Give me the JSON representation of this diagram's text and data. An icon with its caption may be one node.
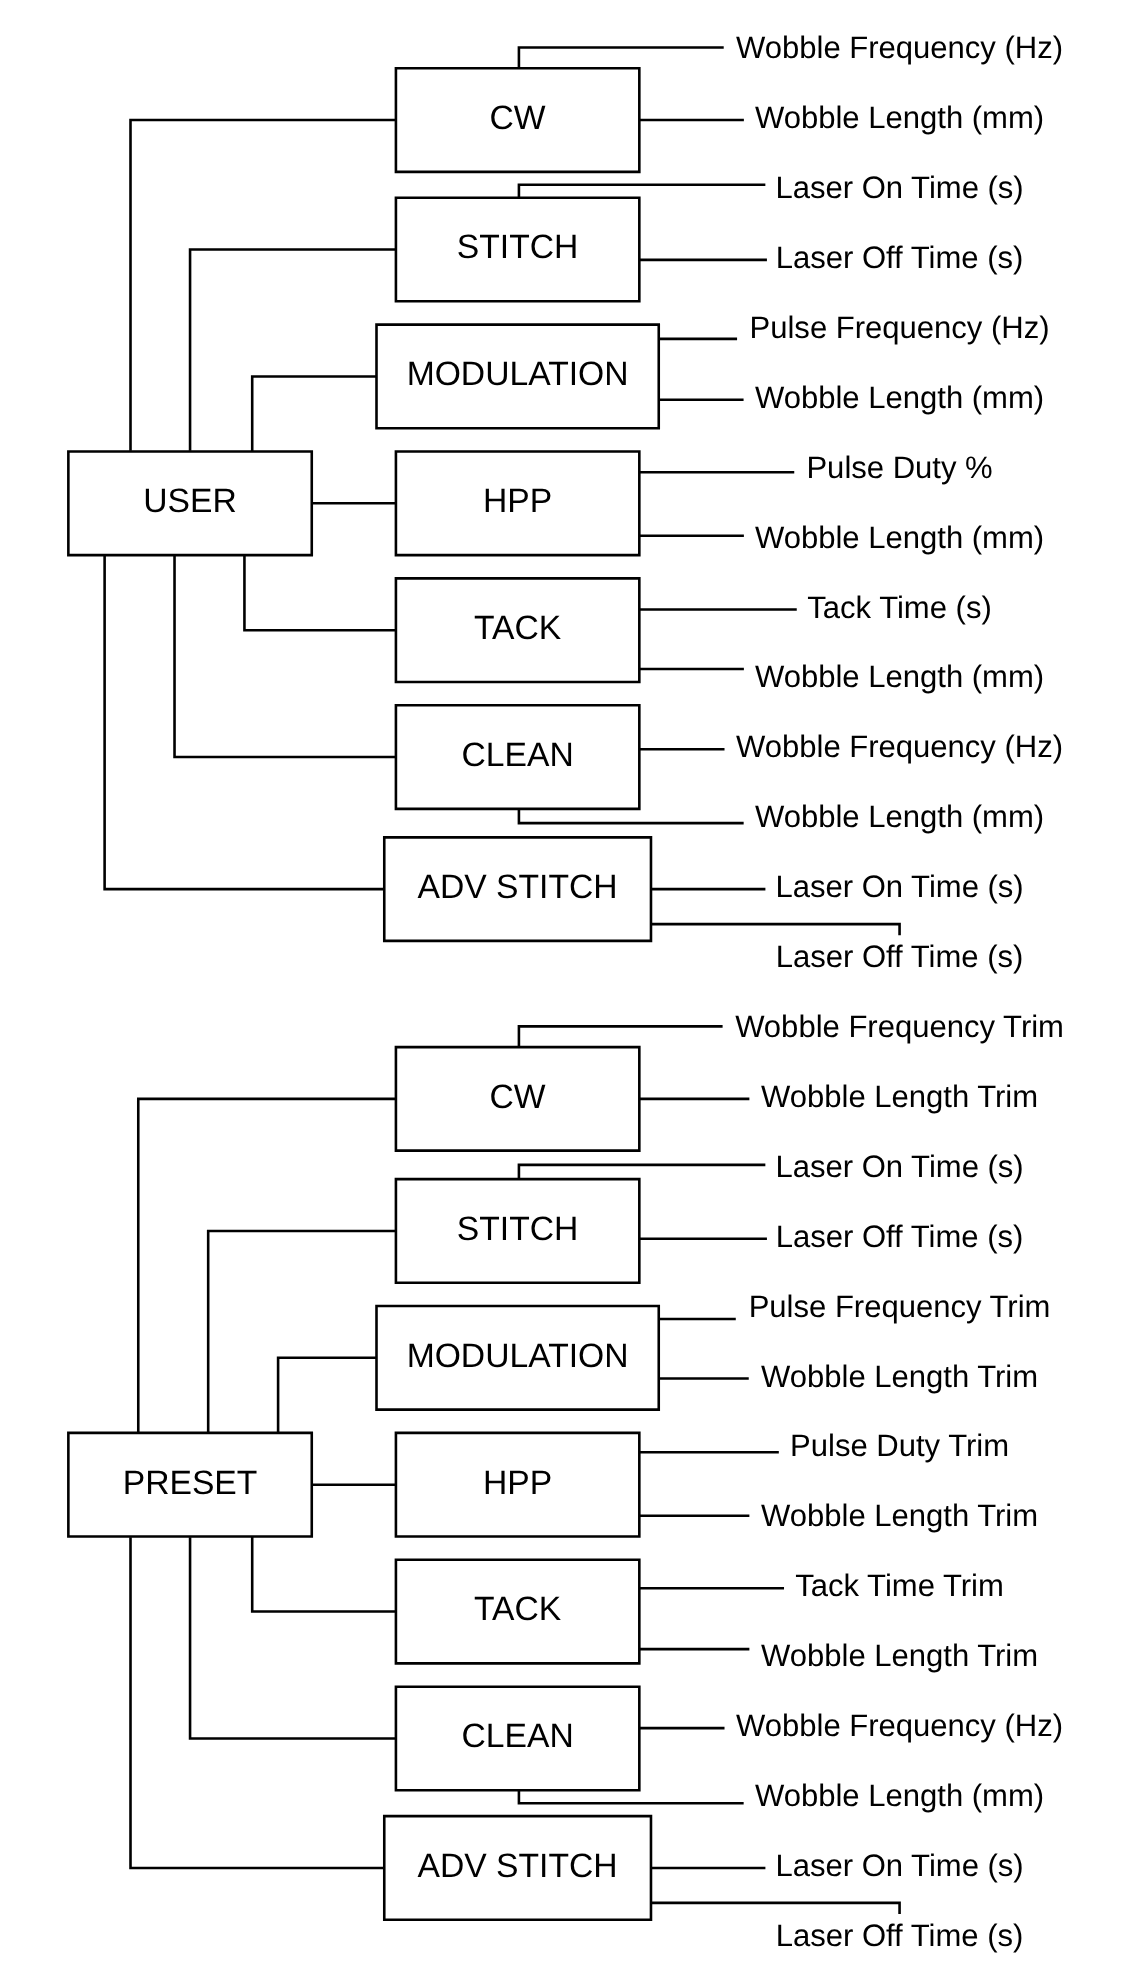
{
  "diagram": {
    "nodes": [
      {
        "text": [
          "PRESET"
        ]
      },
      {
        "text": [
          "CW"
        ]
      },
      {
        "text": [
          "Wobble Frequency Trim"
        ]
      },
      {
        "text": [
          "Wobble Length Trim"
        ]
      },
      {
        "text": [
          "STITCH"
        ]
      },
      {
        "text": [
          "Laser On Time (s)"
        ]
      },
      {
        "text": [
          "Laser Off Time (s)"
        ]
      },
      {
        "text": [
          "MODULATION"
        ]
      },
      {
        "text": [
          "Pulse Frequency Trim"
        ]
      },
      {
        "text": [
          "Wobble Length Trim"
        ]
      },
      {
        "text": [
          "HPP"
        ]
      },
      {
        "text": [
          "Pulse Duty Trim"
        ]
      },
      {
        "text": [
          "Wobble Length Trim"
        ]
      },
      {
        "text": [
          "TACK"
        ]
      },
      {
        "text": [
          "Tack Time Trim"
        ]
      },
      {
        "text": [
          "Wobble Length Trim"
        ]
      },
      {
        "text": [
          "CLEAN"
        ]
      },
      {
        "text": [
          "Wobble Frequency (Hz)"
        ]
      },
      {
        "text": [
          "Wobble Length (mm)"
        ]
      },
      {
        "text": [
          "ADV STITCH"
        ]
      },
      {
        "text": [
          "Laser On Time (s)"
        ]
      },
      {
        "text": [
          "Laser Off Time (s)"
        ]
      },
      {
        "text": [
          "USER"
        ]
      },
      {
        "text": [
          "CW"
        ]
      },
      {
        "text": [
          "Wobble Frequency (Hz)"
        ]
      },
      {
        "text": [
          "Wobble Length (mm)"
        ]
      },
      {
        "text": [
          "STITCH"
        ]
      },
      {
        "text": [
          "Laser On Time (s)"
        ]
      },
      {
        "text": [
          "Laser Off Time (s)"
        ]
      },
      {
        "text": [
          "MODULATION"
        ]
      },
      {
        "text": [
          "Pulse Frequency (Hz)"
        ]
      },
      {
        "text": [
          "Wobble Length (mm)"
        ]
      },
      {
        "text": [
          "HPP"
        ]
      },
      {
        "text": [
          "Pulse Duty %"
        ]
      },
      {
        "text": [
          "Wobble Length (mm)"
        ]
      },
      {
        "text": [
          "TACK"
        ]
      },
      {
        "text": [
          "Tack Time (s)"
        ]
      },
      {
        "text": [
          "Wobble Length (mm)"
        ]
      },
      {
        "text": [
          "CLEAN"
        ]
      },
      {
        "text": [
          "Wobble Frequency (Hz)"
        ]
      },
      {
        "text": [
          "Wobble Length (mm)"
        ]
      },
      {
        "text": [
          "ADV STITCH"
        ]
      },
      {
        "text": [
          "Laser On Time (s)"
        ]
      },
      {
        "text": [
          "Laser Off Time (s)"
        ]
      }
    ],
    "edges": [
      {
        "from": 0,
        "to": 1,
        "arrow": "none"
      },
      {
        "from": 1,
        "to": 2,
        "arrow": "none"
      },
      {
        "from": 1,
        "to": 3,
        "arrow": "none"
      },
      {
        "from": 0,
        "to": 4,
        "arrow": "none"
      },
      {
        "from": 4,
        "to": 5,
        "arrow": "none"
      },
      {
        "from": 4,
        "to": 6,
        "arrow": "none"
      },
      {
        "from": 0,
        "to": 7,
        "arrow": "none"
      },
      {
        "from": 7,
        "to": 8,
        "arrow": "none"
      },
      {
        "from": 7,
        "to": 9,
        "arrow": "none"
      },
      {
        "from": 0,
        "to": 10,
        "arrow": "none"
      },
      {
        "from": 10,
        "to": 11,
        "arrow": "none"
      },
      {
        "from": 10,
        "to": 12,
        "arrow": "none"
      },
      {
        "from": 0,
        "to": 13,
        "arrow": "none"
      },
      {
        "from": 13,
        "to": 14,
        "arrow": "none"
      },
      {
        "from": 13,
        "to": 15,
        "arrow": "none"
      },
      {
        "from": 0,
        "to": 16,
        "arrow": "none"
      },
      {
        "from": 16,
        "to": 17,
        "arrow": "none"
      },
      {
        "from": 16,
        "to": 18,
        "arrow": "none"
      },
      {
        "from": 0,
        "to": 19,
        "arrow": "none"
      },
      {
        "from": 19,
        "to": 20,
        "arrow": "none"
      },
      {
        "from": 19,
        "to": 21,
        "arrow": "none"
      },
      {
        "from": 22,
        "to": 23,
        "arrow": "none"
      },
      {
        "from": 23,
        "to": 24,
        "arrow": "none"
      },
      {
        "from": 23,
        "to": 25,
        "arrow": "none"
      },
      {
        "from": 22,
        "to": 26,
        "arrow": "none"
      },
      {
        "from": 26,
        "to": 27,
        "arrow": "none"
      },
      {
        "from": 26,
        "to": 28,
        "arrow": "none"
      },
      {
        "from": 22,
        "to": 29,
        "arrow": "none"
      },
      {
        "from": 29,
        "to": 30,
        "arrow": "none"
      },
      {
        "from": 29,
        "to": 31,
        "arrow": "none"
      },
      {
        "from": 22,
        "to": 32,
        "arrow": "none"
      },
      {
        "from": 32,
        "to": 33,
        "arrow": "none"
      },
      {
        "from": 32,
        "to": 34,
        "arrow": "none"
      },
      {
        "from": 22,
        "to": 35,
        "arrow": "none"
      },
      {
        "from": 35,
        "to": 36,
        "arrow": "none"
      },
      {
        "from": 35,
        "to": 37,
        "arrow": "none"
      },
      {
        "from": 22,
        "to": 38,
        "arrow": "none"
      },
      {
        "from": 38,
        "to": 39,
        "arrow": "none"
      },
      {
        "from": 38,
        "to": 40,
        "arrow": "none"
      },
      {
        "from": 22,
        "to": 41,
        "arrow": "none"
      },
      {
        "from": 41,
        "to": 42,
        "arrow": "none"
      },
      {
        "from": 41,
        "to": 43,
        "arrow": "none"
      }
    ]
  }
}
